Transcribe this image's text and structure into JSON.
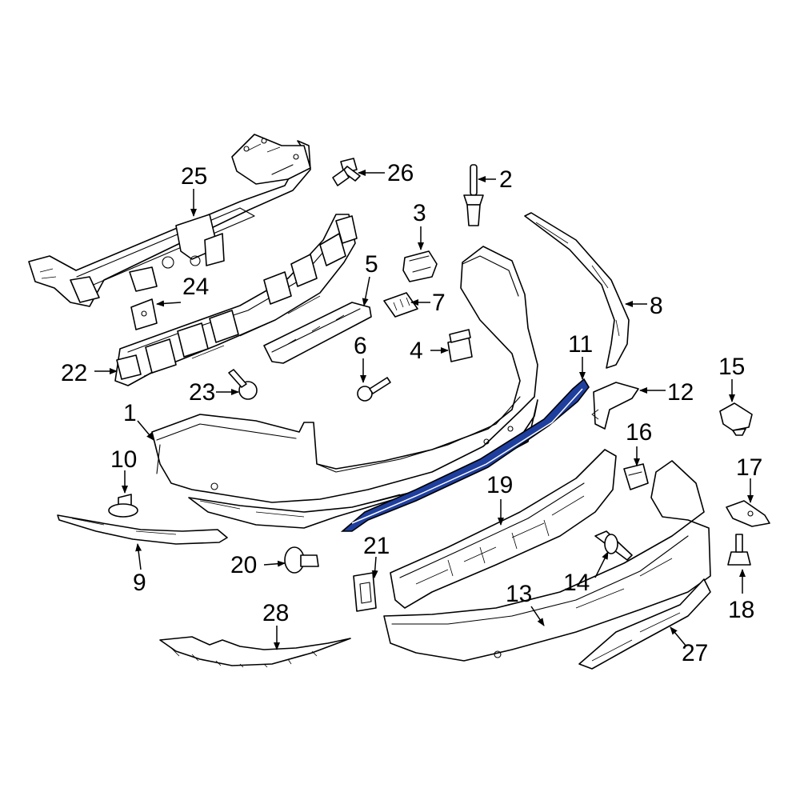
{
  "highlight_color": "#1f3f9f",
  "outline_color": "#000000",
  "background_color": "#ffffff",
  "callouts": {
    "c1": "1",
    "c2": "2",
    "c3": "3",
    "c4": "4",
    "c5": "5",
    "c6": "6",
    "c7": "7",
    "c8": "8",
    "c9": "9",
    "c10": "10",
    "c11": "11",
    "c12": "12",
    "c13": "13",
    "c14": "14",
    "c15": "15",
    "c16": "16",
    "c17": "17",
    "c18": "18",
    "c19": "19",
    "c20": "20",
    "c21": "21",
    "c22": "22",
    "c23": "23",
    "c24": "24",
    "c25": "25",
    "c26": "26",
    "c27": "27",
    "c28": "28"
  }
}
